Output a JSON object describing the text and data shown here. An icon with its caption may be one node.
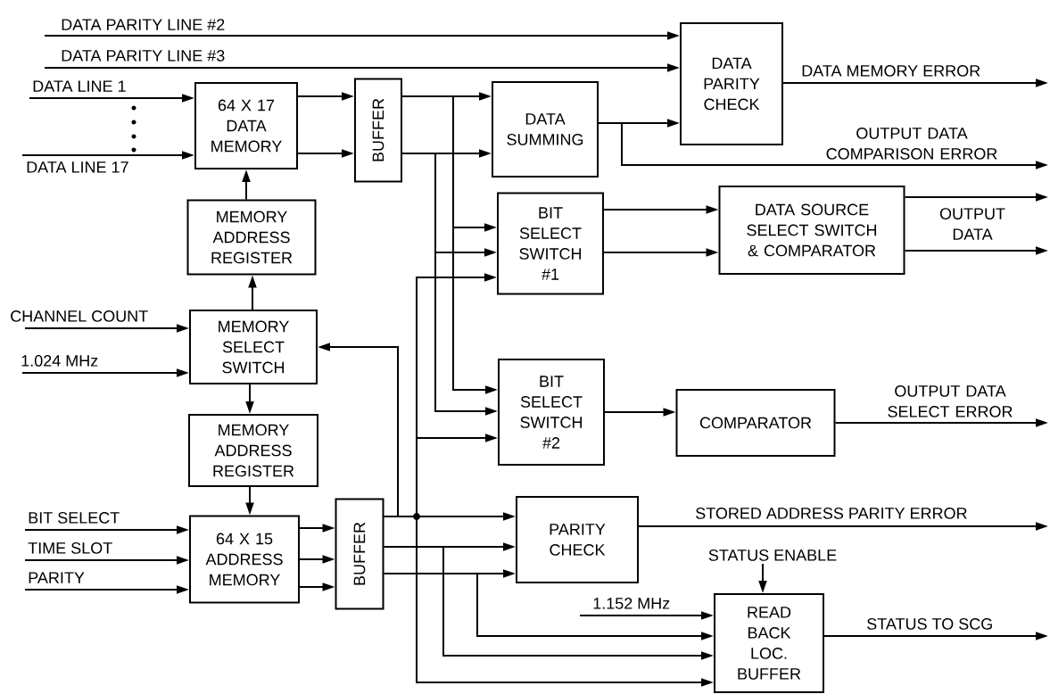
{
  "diagram": {
    "nodes": [
      {
        "text": [
          "64 X 17 DATA MEMORY"
        ]
      },
      {
        "text": [
          "BUFFER"
        ]
      },
      {
        "text": [
          "DATA PARITY CHECK"
        ]
      },
      {
        "text": [
          "DATA SUMMING"
        ]
      },
      {
        "text": [
          "MEMORY ADDRESS REGISTER"
        ]
      },
      {
        "text": [
          "BIT SELECT SWITCH #1"
        ]
      },
      {
        "text": [
          "DATA SOURCE SELECT SWITCH & COMPARATOR"
        ]
      },
      {
        "text": [
          "MEMORY SELECT SWITCH"
        ]
      },
      {
        "text": [
          "BIT SELECT SWITCH #2"
        ]
      },
      {
        "text": [
          "COMPARATOR"
        ]
      },
      {
        "text": [
          "MEMORY ADDRESS REGISTER"
        ]
      },
      {
        "text": [
          "64 X 15 ADDRESS MEMORY"
        ]
      },
      {
        "text": [
          "BUFFER"
        ]
      },
      {
        "text": [
          "PARITY CHECK"
        ]
      },
      {
        "text": [
          "READ BACK LOC. BUFFER"
        ]
      }
    ],
    "edges": [
      {
        "from": null,
        "to": 0,
        "arrow": "to",
        "label": "DATA LINE 1"
      },
      {
        "from": null,
        "to": 0,
        "arrow": "to",
        "label": "DATA LINE 17"
      },
      {
        "from": 0,
        "to": 1,
        "arrow": "to"
      },
      {
        "from": 0,
        "to": 1,
        "arrow": "to"
      },
      {
        "from": 1,
        "to": 3,
        "arrow": "to"
      },
      {
        "from": 1,
        "to": 3,
        "arrow": "to"
      },
      {
        "from": 1,
        "to": 5,
        "arrow": "to"
      },
      {
        "from": 1,
        "to": 8,
        "arrow": "to"
      },
      {
        "from": 1,
        "to": 5,
        "arrow": "to"
      },
      {
        "from": 1,
        "to": 8,
        "arrow": "to"
      },
      {
        "from": 12,
        "to": 13,
        "arrow": "to"
      },
      {
        "from": 12,
        "to": 7,
        "arrow": "to"
      },
      {
        "from": 12,
        "to": 5,
        "arrow": "to"
      },
      {
        "from": 12,
        "to": 8,
        "arrow": "to"
      },
      {
        "from": 12,
        "to": 14,
        "arrow": "to"
      },
      {
        "from": 12,
        "to": 13,
        "arrow": "to"
      },
      {
        "from": 12,
        "to": 14,
        "arrow": "to"
      },
      {
        "from": 12,
        "to": 13,
        "arrow": "to"
      },
      {
        "from": 12,
        "to": 14,
        "arrow": "to"
      },
      {
        "from": 3,
        "to": 2,
        "arrow": "to"
      },
      {
        "from": 3,
        "to": null,
        "arrow": "to",
        "label": "OUTPUT DATA COMPARISON ERROR"
      },
      {
        "from": null,
        "to": 2,
        "arrow": "to",
        "label": "DATA PARITY LINE #2"
      },
      {
        "from": null,
        "to": 2,
        "arrow": "to",
        "label": "DATA PARITY LINE #3"
      },
      {
        "from": 2,
        "to": null,
        "arrow": "to",
        "label": "DATA MEMORY ERROR"
      },
      {
        "from": 5,
        "to": 6,
        "arrow": "to"
      },
      {
        "from": 5,
        "to": 6,
        "arrow": "to"
      },
      {
        "from": 6,
        "to": null,
        "arrow": "to"
      },
      {
        "from": 6,
        "to": null,
        "arrow": "to"
      },
      {
        "from": 4,
        "to": 0,
        "arrow": "to"
      },
      {
        "from": 7,
        "to": 4,
        "arrow": "to"
      },
      {
        "from": null,
        "to": 7,
        "arrow": "to",
        "label": "CHANNEL COUNT"
      },
      {
        "from": null,
        "to": 7,
        "arrow": "to",
        "label": "1.024 MHz"
      },
      {
        "from": 7,
        "to": 10,
        "arrow": "to"
      },
      {
        "from": 10,
        "to": 11,
        "arrow": "to"
      },
      {
        "from": null,
        "to": 11,
        "arrow": "to",
        "label": "BIT  SELECT"
      },
      {
        "from": null,
        "to": 11,
        "arrow": "to",
        "label": "TIME SLOT"
      },
      {
        "from": null,
        "to": 11,
        "arrow": "to",
        "label": "PARITY"
      },
      {
        "from": 11,
        "to": 12,
        "arrow": "to"
      },
      {
        "from": 11,
        "to": 12,
        "arrow": "to"
      },
      {
        "from": 11,
        "to": 12,
        "arrow": "to"
      },
      {
        "from": 8,
        "to": 9,
        "arrow": "to"
      },
      {
        "from": 9,
        "to": null,
        "arrow": "to",
        "label": "OUTPUT DATA SELECT ERROR"
      },
      {
        "from": 13,
        "to": null,
        "arrow": "to",
        "label": "STORED ADDRESS PARITY ERROR"
      },
      {
        "from": null,
        "to": 14,
        "arrow": "to",
        "label": "STATUS ENABLE"
      },
      {
        "from": null,
        "to": 14,
        "arrow": "to",
        "label": "1.152 MHz"
      },
      {
        "from": 14,
        "to": null,
        "arrow": "to",
        "label": "STATUS TO SCG"
      }
    ],
    "labels": [
      "OUTPUT DATA"
    ]
  }
}
